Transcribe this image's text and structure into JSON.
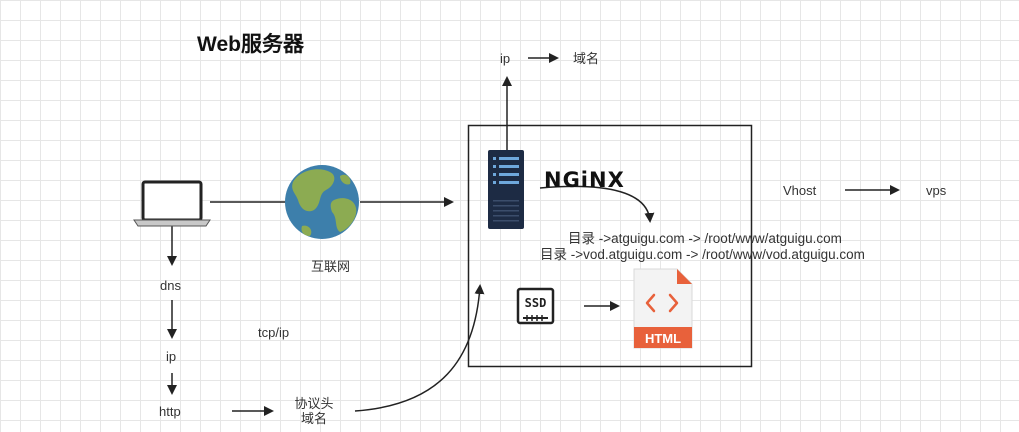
{
  "title": "Web服务器",
  "labels": {
    "ip_top": "ip",
    "domain_top": "域名",
    "dns": "dns",
    "ip_left": "ip",
    "http": "http",
    "tcp_ip": "tcp/ip",
    "internet": "互联网",
    "protocol_header_line1": "协议头",
    "protocol_header_line2": "域名",
    "vhost": "Vhost",
    "vps": "vps"
  },
  "nginx_logo_text": "NGiNX",
  "directory_rules": [
    "目录 ->atguigu.com -> /root/www/atguigu.com",
    "目录 ->vod.atguigu.com -> /root/www/vod.atguigu.com"
  ],
  "icons": [
    "laptop-icon",
    "globe-icon",
    "server-icon",
    "nginx-logo",
    "ssd-icon",
    "html-file-icon"
  ],
  "html_badge": "HTML",
  "ssd_badge": "SSD",
  "colors": {
    "html_orange": "#e8613b",
    "server_navy": "#1d2b44",
    "globe_ocean": "#3d7fab",
    "globe_land": "#8cab52"
  }
}
